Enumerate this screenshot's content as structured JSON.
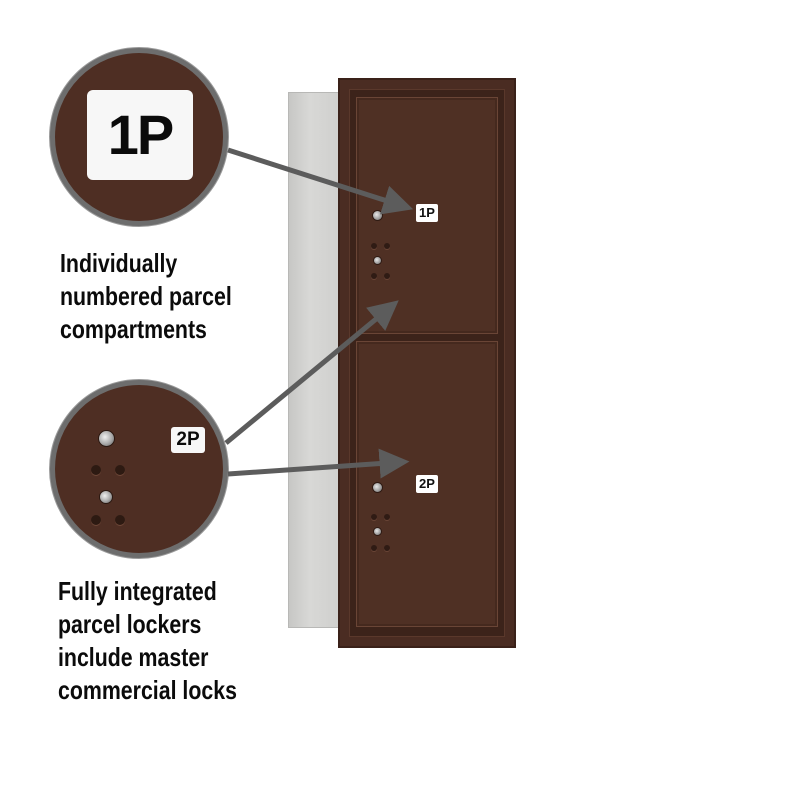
{
  "labels": {
    "compartment_1": "1P",
    "compartment_2": "2P"
  },
  "captions": {
    "top": [
      "Individually",
      "numbered parcel",
      "compartments"
    ],
    "bottom": [
      "Fully integrated",
      "parcel lockers",
      "include master",
      "commercial locks"
    ]
  },
  "colors": {
    "bronze": "#4f3024",
    "frame": "#4a2c22",
    "side_panel": "#cfcfcd",
    "callout_border": "#6d6d6d",
    "arrow": "#5c5c5c",
    "label_bg": "#f7f7f7",
    "text": "#0b0b0b"
  },
  "icons": {
    "lock": "lock-icon",
    "arrow": "arrow-icon"
  }
}
